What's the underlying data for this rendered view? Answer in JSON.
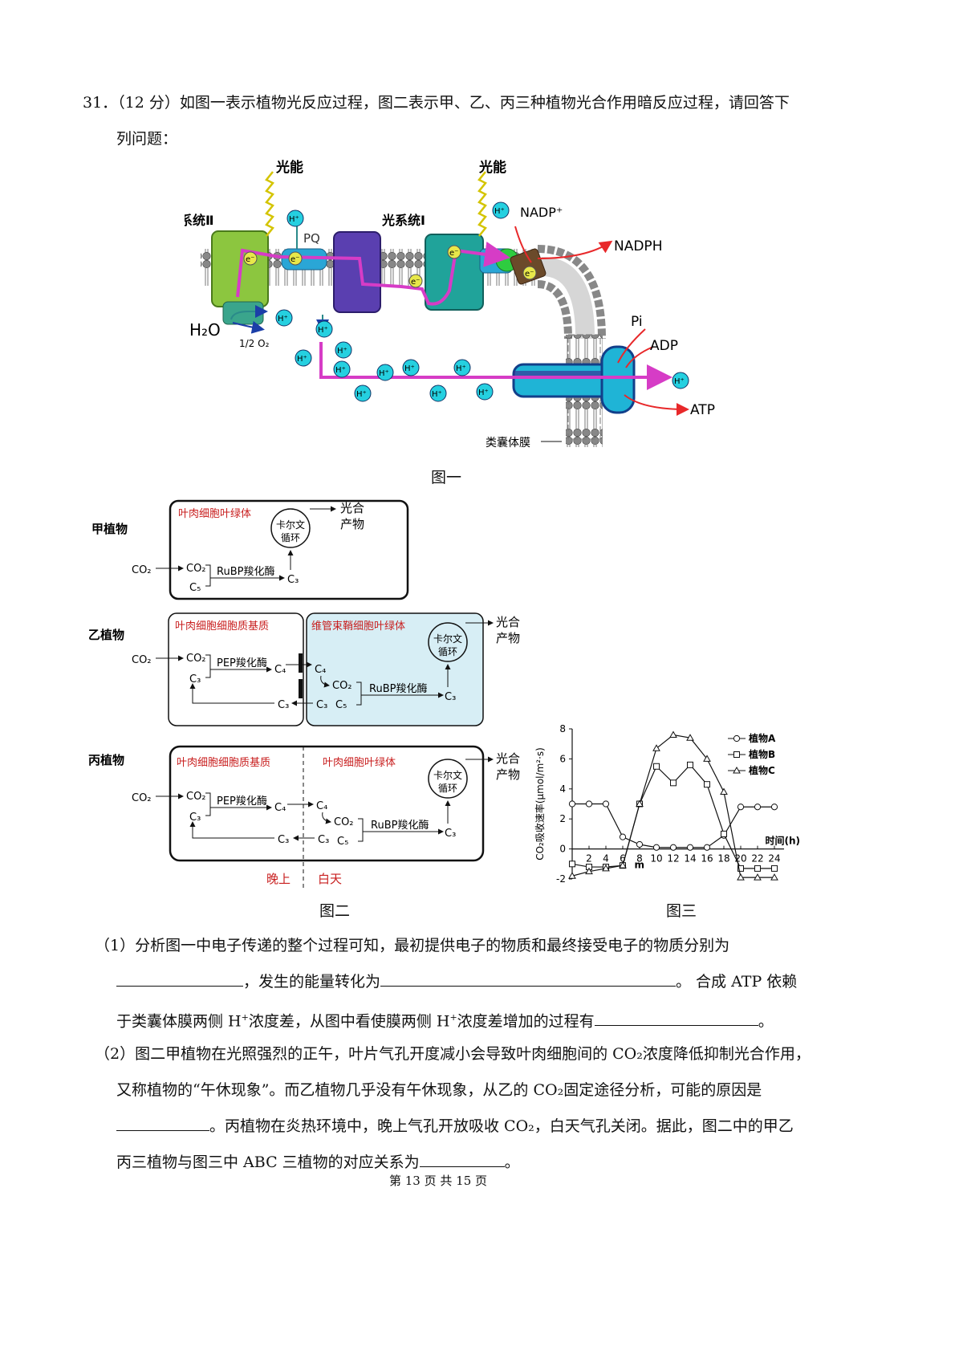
{
  "question": {
    "number": "31．",
    "points": "（12 分）",
    "stem_line1": "如图一表示植物光反应过程，图二表示甲、乙、丙三种植物光合作用暗反应过程，请回答下",
    "stem_line2": "列问题："
  },
  "fig1": {
    "caption": "图一",
    "light1": "光能",
    "light2": "光能",
    "ps2": "光系统Ⅱ",
    "ps1": "光系统Ⅰ",
    "pq": "PQ",
    "h2o": "H₂O",
    "o2": "1/2 O₂",
    "nadp": "NADP⁺",
    "nadph": "NADPH",
    "pi": "Pi",
    "adp": "ADP",
    "atp": "ATP",
    "membrane": "类囊体膜",
    "hplus": "H⁺",
    "electron": "e⁻"
  },
  "fig2": {
    "caption": "图二",
    "jia": {
      "label": "甲植物",
      "box": "叶肉细胞叶绿体",
      "cycle1": "卡尔文",
      "cycle2": "循环",
      "product1": "光合",
      "product2": "产物",
      "co2_out": "CO₂",
      "co2_in": "CO₂",
      "c5": "C₅",
      "enzyme": "RuBP羧化酶",
      "c3": "C₃"
    },
    "yi": {
      "label": "乙植物",
      "box_left": "叶肉细胞细胞质基质",
      "box_right": "维管束鞘细胞叶绿体",
      "cycle1": "卡尔文",
      "cycle2": "循环",
      "product1": "光合",
      "product2": "产物",
      "co2_out": "CO₂",
      "co2_in": "CO₂",
      "c3_left": "C₃",
      "pep": "PEP羧化酶",
      "c4": "C₄",
      "c4_right": "C₄",
      "co2_right": "CO₂",
      "c5": "C₅",
      "rubp": "RuBP羧化酶",
      "c3_right": "C₃",
      "c3_bottom_a": "C₃",
      "c3_bottom_b": "C₃"
    },
    "bing": {
      "label": "丙植物",
      "box_left": "叶肉细胞细胞质基质",
      "box_right": "叶肉细胞叶绿体",
      "cycle1": "卡尔文",
      "cycle2": "循环",
      "product1": "光合",
      "product2": "产物",
      "co2_out": "CO₂",
      "co2_in": "CO₂",
      "c3_left": "C₃",
      "pep": "PEP羧化酶",
      "c4": "C₄",
      "c4_right": "C₄",
      "co2_right": "CO₂",
      "c5": "C₅",
      "rubp": "RuBP羧化酶",
      "c3_right": "C₃",
      "c3_bottom_a": "C₃",
      "c3_bottom_b": "C₃",
      "night": "晚上",
      "day": "白天"
    }
  },
  "chart_data": {
    "type": "line",
    "caption": "图三",
    "ylabel": "CO₂吸收速率(μmol/m²·s)",
    "xlabel": "时间(h)",
    "xlim": [
      0,
      24
    ],
    "ylim": [
      -2,
      8
    ],
    "x_ticks": [
      2,
      4,
      6,
      8,
      10,
      12,
      14,
      16,
      18,
      20,
      22,
      24
    ],
    "y_ticks": [
      -2,
      0,
      2,
      4,
      6,
      8
    ],
    "annotation": "m",
    "series": [
      {
        "name": "植物A",
        "marker": "circle",
        "x": [
          0,
          2,
          4,
          6,
          8,
          10,
          12,
          14,
          16,
          18,
          20,
          22,
          24
        ],
        "y": [
          3,
          3,
          3,
          0.8,
          0.3,
          0.1,
          0.1,
          0.1,
          0.1,
          0.9,
          2.8,
          2.8,
          2.8
        ]
      },
      {
        "name": "植物B",
        "marker": "square",
        "x": [
          0,
          2,
          4,
          6,
          8,
          10,
          12,
          14,
          16,
          18,
          20,
          22,
          24
        ],
        "y": [
          -1,
          -1.2,
          -1.2,
          -1.1,
          3,
          5.5,
          4.4,
          5.6,
          4.3,
          1,
          -1.3,
          -1.3,
          -1.3
        ]
      },
      {
        "name": "植物C",
        "marker": "triangle",
        "x": [
          0,
          2,
          4,
          6,
          8,
          10,
          12,
          14,
          16,
          18,
          20,
          22,
          24
        ],
        "y": [
          -1.8,
          -1.5,
          -1.3,
          -1.1,
          3,
          6.7,
          7.6,
          7.4,
          6,
          3.8,
          -1.9,
          -1.9,
          -1.9
        ]
      }
    ]
  },
  "q1": {
    "line1": "（1）分析图一中电子传递的整个过程可知，最初提供电子的物质和最终接受电子的物质分别为",
    "line2_mid": "，发生的能量转化为",
    "line2_end": "。 合成 ATP 依赖",
    "line3_a": "于类囊体膜两侧 H",
    "line3_b": "浓度差，从图中看使膜两侧 H",
    "line3_c": "浓度差增加的过程有",
    "line3_end": "。",
    "sup": "+"
  },
  "q2": {
    "line1": "（2）图二甲植物在光照强烈的正午，叶片气孔开度减小会导致叶肉细胞间的 CO₂浓度降低抑制光合作用，",
    "line2": "又称植物的“午休现象”。而乙植物几乎没有午休现象，从乙的 CO₂固定途径分析，可能的原因是",
    "line3": "。丙植物在炎热环境中，晚上气孔开放吸收 CO₂，白天气孔关闭。据此，图二中的甲乙",
    "line4_a": "丙三植物与图三中 ABC 三植物的对应关系为",
    "line4_end": "。"
  },
  "footer": "第 13 页 共 15 页"
}
